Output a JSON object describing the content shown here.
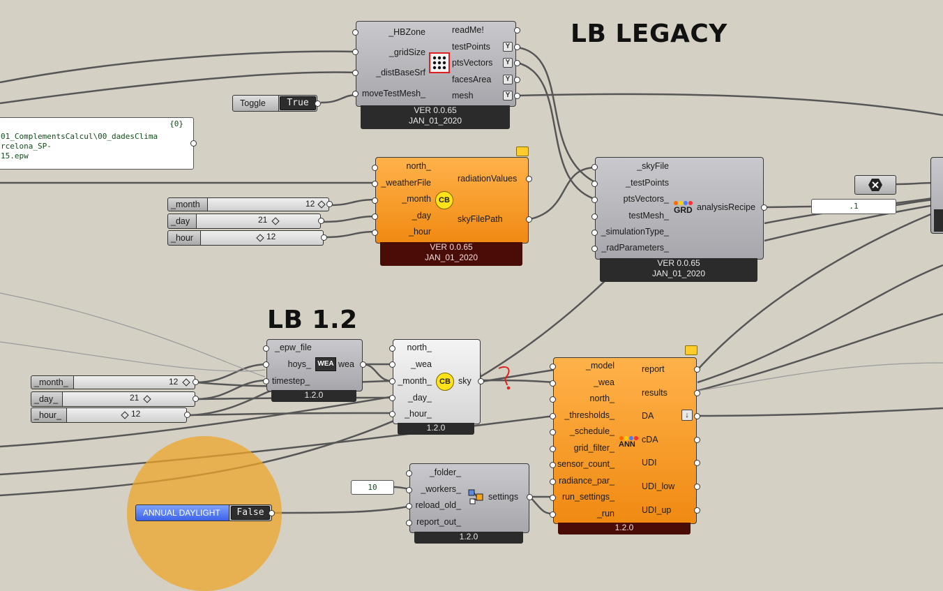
{
  "titles": {
    "legacy": "LB LEGACY",
    "lb12": "LB 1.2"
  },
  "gridComp": {
    "inputs": [
      "_HBZone",
      "_gridSize",
      "_distBaseSrf",
      "moveTestMesh_"
    ],
    "outputs": [
      "readMe!",
      "testPoints",
      "ptsVectors",
      "facesArea",
      "mesh"
    ],
    "version": "VER 0.0.65",
    "date": "JAN_01_2020"
  },
  "toggleTop": {
    "name": "Toggle",
    "value": "True"
  },
  "epwPanel": {
    "count": "{0}",
    "lines": [
      "01_ComplementsCalcul\\00_dadesClima",
      "rcelona_SP-",
      "15.epw"
    ]
  },
  "radComp": {
    "inputs": [
      "north_",
      "_weatherFile",
      "_month",
      "_day",
      "_hour"
    ],
    "outputs": [
      "radiationValues",
      "skyFilePath"
    ],
    "icon": "CB",
    "version": "VER 0.0.65",
    "date": "JAN_01_2020"
  },
  "slidersTop": [
    {
      "name": "_month",
      "value": "12"
    },
    {
      "name": "_day",
      "value": "21"
    },
    {
      "name": "_hour",
      "value": "12"
    }
  ],
  "recipeComp": {
    "inputs": [
      "_skyFile",
      "_testPoints",
      "ptsVectors_",
      "testMesh_",
      "_simulationType_",
      "_radParameters_"
    ],
    "output": "analysisRecipe",
    "icon": "GRD",
    "version": "VER 0.0.65",
    "date": "JAN_01_2020"
  },
  "numPanelTop": {
    "value": ".1"
  },
  "weaComp": {
    "inputs": [
      "_epw_file",
      "hoys_",
      "timestep_"
    ],
    "output": "wea",
    "icon": "WEA",
    "version": "1.2.0"
  },
  "skyComp": {
    "inputs": [
      "north_",
      "_wea",
      "_month_",
      "_day_",
      "_hour_"
    ],
    "output": "sky",
    "icon": "CB",
    "version": "1.2.0"
  },
  "annotation": {
    "mark": "?"
  },
  "slidersBottom": [
    {
      "name": "_month_",
      "value": "12"
    },
    {
      "name": "_day_",
      "value": "21"
    },
    {
      "name": "_hour_",
      "value": "12"
    }
  ],
  "annComp": {
    "inputs": [
      "_model",
      "_wea",
      "north_",
      "_thresholds_",
      "_schedule_",
      "grid_filter_",
      "sensor_count_",
      "radiance_par_",
      "run_settings_",
      "_run"
    ],
    "outputs": [
      "report",
      "results",
      "DA",
      "cDA",
      "UDI",
      "UDI_low",
      "UDI_up"
    ],
    "icon": "ANN",
    "version": "1.2.0"
  },
  "settingsComp": {
    "inputs": [
      "_folder_",
      "_workers_",
      "reload_old_",
      "report_out_"
    ],
    "output": "settings",
    "version": "1.2.0"
  },
  "workersPanel": {
    "value": "10"
  },
  "groupLabel": {
    "name": "ANNUAL DAYLIGHT",
    "value": "False"
  },
  "colors": {
    "orange": "#f39219",
    "grey": "#b6b6bb",
    "canvas": "#d4d0c4",
    "wire": "#4a4a4a",
    "groupBlob": "#eea62a"
  }
}
